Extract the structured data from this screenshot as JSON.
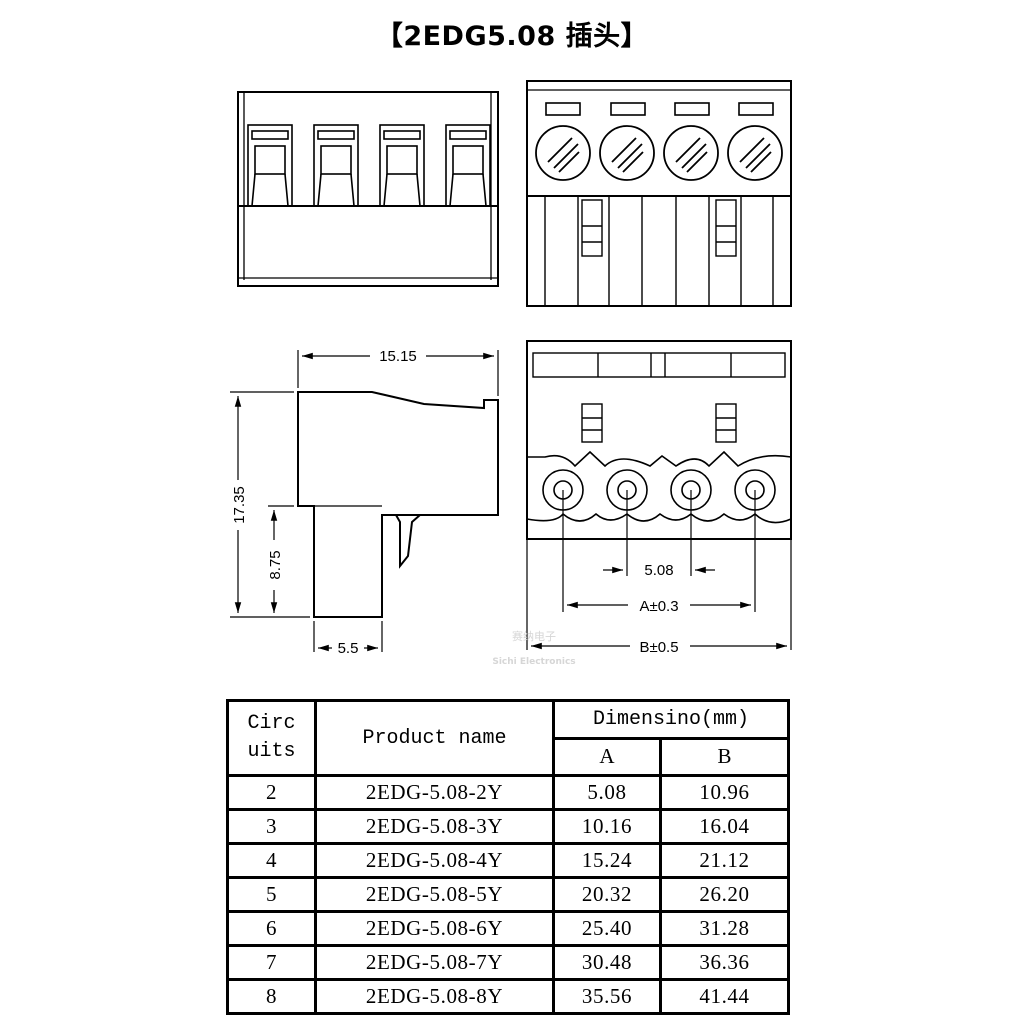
{
  "title": "【2EDG5.08 插头】",
  "dimensions": {
    "depth": "15.15",
    "height": "17.35",
    "pin_height": "8.75",
    "foot": "5.5",
    "pitch": "5.08",
    "span_a": "A±0.3",
    "span_b": "B±0.5"
  },
  "watermark": {
    "line1": "赛纳电子",
    "line2": "Sichi Electronics"
  },
  "table": {
    "header": {
      "circuits_line1": "Circ",
      "circuits_line2": "uits",
      "product_name": "Product name",
      "dimension": "Dimensino(mm)",
      "col_a": "A",
      "col_b": "B"
    },
    "rows": [
      {
        "circuits": "2",
        "name": "2EDG-5.08-2Y",
        "a": "5.08",
        "b": "10.96"
      },
      {
        "circuits": "3",
        "name": "2EDG-5.08-3Y",
        "a": "10.16",
        "b": "16.04"
      },
      {
        "circuits": "4",
        "name": "2EDG-5.08-4Y",
        "a": "15.24",
        "b": "21.12"
      },
      {
        "circuits": "5",
        "name": "2EDG-5.08-5Y",
        "a": "20.32",
        "b": "26.20"
      },
      {
        "circuits": "6",
        "name": "2EDG-5.08-6Y",
        "a": "25.40",
        "b": "31.28"
      },
      {
        "circuits": "7",
        "name": "2EDG-5.08-7Y",
        "a": "30.48",
        "b": "36.36"
      },
      {
        "circuits": "8",
        "name": "2EDG-5.08-8Y",
        "a": "35.56",
        "b": "41.44"
      }
    ]
  }
}
